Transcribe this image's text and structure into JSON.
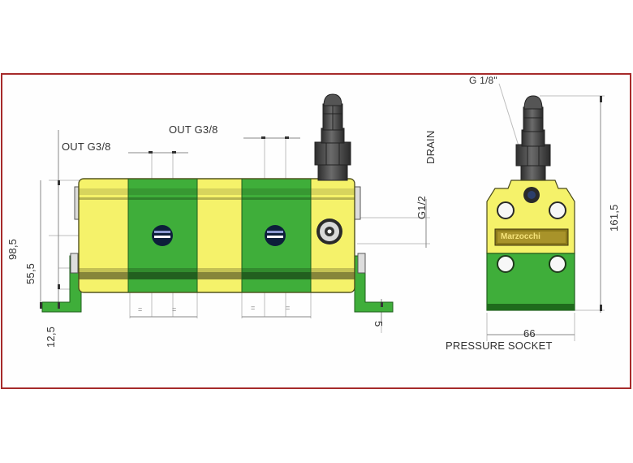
{
  "drawing": {
    "title": "Hydraulic flow divider - technical dimension drawing",
    "frame_color": "#a62a2a",
    "colors": {
      "yellow": "#f5f26a",
      "yellow_shade": "#c9c24a",
      "green": "#3fae3a",
      "green_dark": "#1f6b1c",
      "metal": "#5a5a5a"
    }
  },
  "front_view": {
    "labels": {
      "out_port_1": "OUT G3/8",
      "out_port_2": "OUT G3/8",
      "drain": "DRAIN",
      "drain_thread": "G1/2"
    },
    "dimensions": {
      "height_total": "98,5",
      "height_mount": "55,5",
      "foot_height": "12,5",
      "foot_thickness": "5",
      "spacing_marks": [
        "=",
        "=",
        "=",
        "="
      ]
    }
  },
  "side_view": {
    "labels": {
      "gauge_thread": "G 1/8\"",
      "pressure_socket": "PRESSURE SOCKET",
      "nameplate": "Marzocchi"
    },
    "dimensions": {
      "height_total": "161,5",
      "width": "66"
    }
  }
}
